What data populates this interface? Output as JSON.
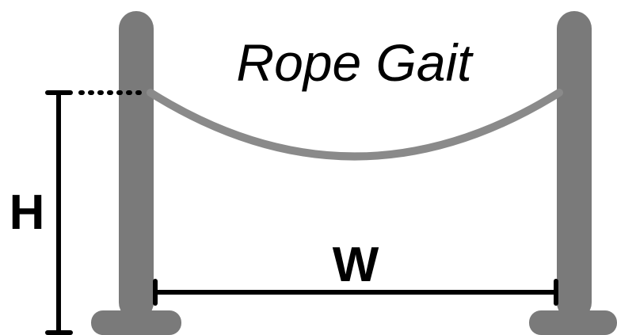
{
  "title": "Rope Gait",
  "labels": {
    "height": "H",
    "width": "W"
  },
  "colors": {
    "post": "#7a7a7a",
    "rope": "#8a8a8a",
    "line": "#000000",
    "background": "#ffffff"
  }
}
